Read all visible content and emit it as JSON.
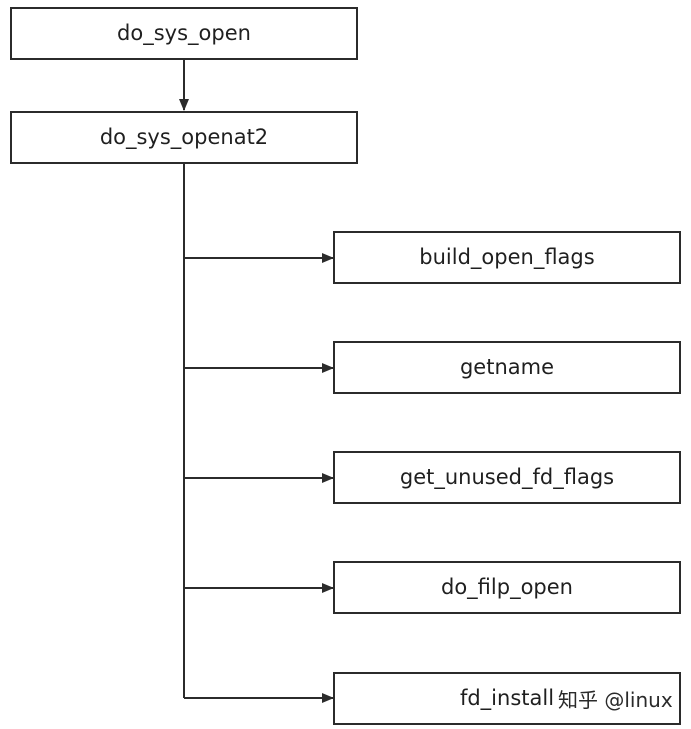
{
  "diagram": {
    "nodes": {
      "do_sys_open": "do_sys_open",
      "do_sys_openat2": "do_sys_openat2",
      "build_open_flags": "build_open_flags",
      "getname": "getname",
      "get_unused_fd_flags": "get_unused_fd_flags",
      "do_filp_open": "do_filp_open",
      "fd_install": "fd_install"
    },
    "edges": [
      {
        "from": "do_sys_open",
        "to": "do_sys_openat2"
      },
      {
        "from": "do_sys_openat2",
        "to": "build_open_flags"
      },
      {
        "from": "do_sys_openat2",
        "to": "getname"
      },
      {
        "from": "do_sys_openat2",
        "to": "get_unused_fd_flags"
      },
      {
        "from": "do_sys_openat2",
        "to": "do_filp_open"
      },
      {
        "from": "do_sys_openat2",
        "to": "fd_install"
      }
    ]
  },
  "watermark": {
    "text": "知乎 @linux"
  }
}
